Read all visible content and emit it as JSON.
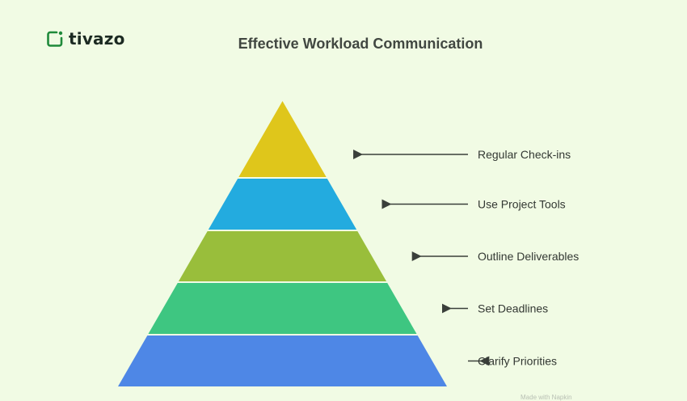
{
  "brand": {
    "name": "tivazo",
    "accent": "#1f8a3a"
  },
  "title": "Effective Workload Communication",
  "levels": [
    {
      "label": "Regular Check-ins",
      "color": "#dfc61b"
    },
    {
      "label": "Use Project Tools",
      "color": "#23abdf"
    },
    {
      "label": "Outline Deliverables",
      "color": "#99be3b"
    },
    {
      "label": "Set Deadlines",
      "color": "#3ec681"
    },
    {
      "label": "Clarify Priorities",
      "color": "#4e87e6"
    }
  ],
  "watermark": "Made with Napkin"
}
